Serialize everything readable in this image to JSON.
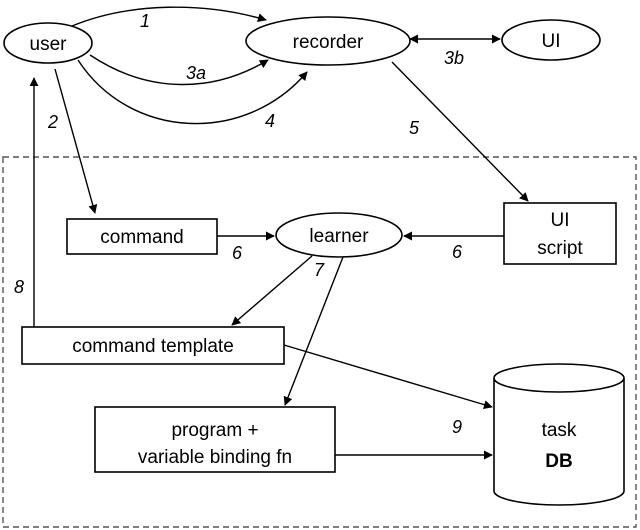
{
  "nodes": {
    "user": "user",
    "recorder": "recorder",
    "ui": "UI",
    "command": "command",
    "learner": "learner",
    "ui_script_line1": "UI",
    "ui_script_line2": "script",
    "command_template": "command template",
    "program_line1": "program +",
    "program_line2": "variable binding fn",
    "task_db_line1": "task",
    "task_db_line2": "DB"
  },
  "edges": {
    "e1": "1",
    "e2": "2",
    "e3a": "3a",
    "e3b": "3b",
    "e4": "4",
    "e5": "5",
    "e6_left": "6",
    "e6_right": "6",
    "e7": "7",
    "e8": "8",
    "e9": "9"
  }
}
